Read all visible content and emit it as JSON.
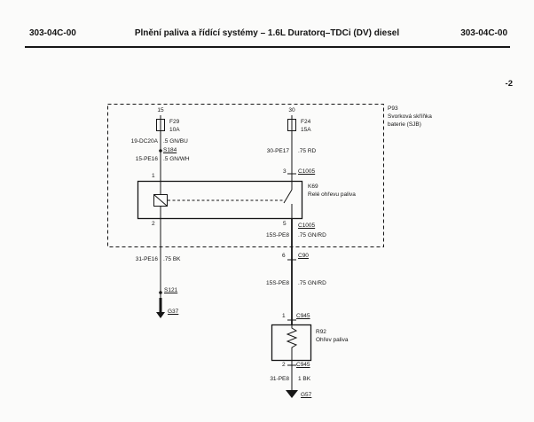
{
  "header": {
    "section_left": "303-04C-00",
    "title": "Plnění paliva a řídící systémy – 1.6L Duratorq–TDCi (DV) diesel",
    "section_right": "303-04C-00"
  },
  "page_number": "-2",
  "diagram": {
    "junction_box": {
      "id": "P93",
      "name_line1": "Svorková skříňka",
      "name_line2": "baterie (SJB)"
    },
    "fuse_left": {
      "circuit": "15",
      "id": "F29",
      "rating": "10A"
    },
    "fuse_right": {
      "circuit": "30",
      "id": "F24",
      "rating": "15A"
    },
    "relay": {
      "id": "K69",
      "name": "Relé ohřevu paliva",
      "pin_top_left": "1",
      "pin_top_right": "3",
      "pin_bottom_left": "2",
      "pin_bottom_right": "5"
    },
    "heater": {
      "id": "R92",
      "name": "Ohřev paliva",
      "pin_top": "1",
      "pin_bottom": "2"
    },
    "wires": {
      "w_19dc20a": {
        "id": "19-DC20A",
        "spec": ".5 GN/BU"
      },
      "w_15pe16": {
        "id": "15-PE16",
        "spec": ".5 GN/WH"
      },
      "w_30pe17": {
        "id": "30-PE17",
        "spec": ".75 RD"
      },
      "w_15spe8_upper": {
        "id": "15S-PE8",
        "spec": ".75 GN/RD"
      },
      "w_31pe16": {
        "id": "31-PE16",
        "spec": ".75 BK"
      },
      "w_15spe8_lower": {
        "id": "15S-PE8",
        "spec": ".75 GN/RD"
      },
      "w_31pe8": {
        "id": "31-PE8",
        "spec": "1 BK"
      }
    },
    "connectors": {
      "c1005_top": "C1005",
      "c1005_bottom": "C1005",
      "c90_pin": "6",
      "c90": "C90",
      "c945_top": "C945",
      "c945_bottom": "C945"
    },
    "splices": {
      "s184": "S184",
      "s121": "S121"
    },
    "grounds": {
      "g37": "G37",
      "g57": "G57"
    }
  }
}
